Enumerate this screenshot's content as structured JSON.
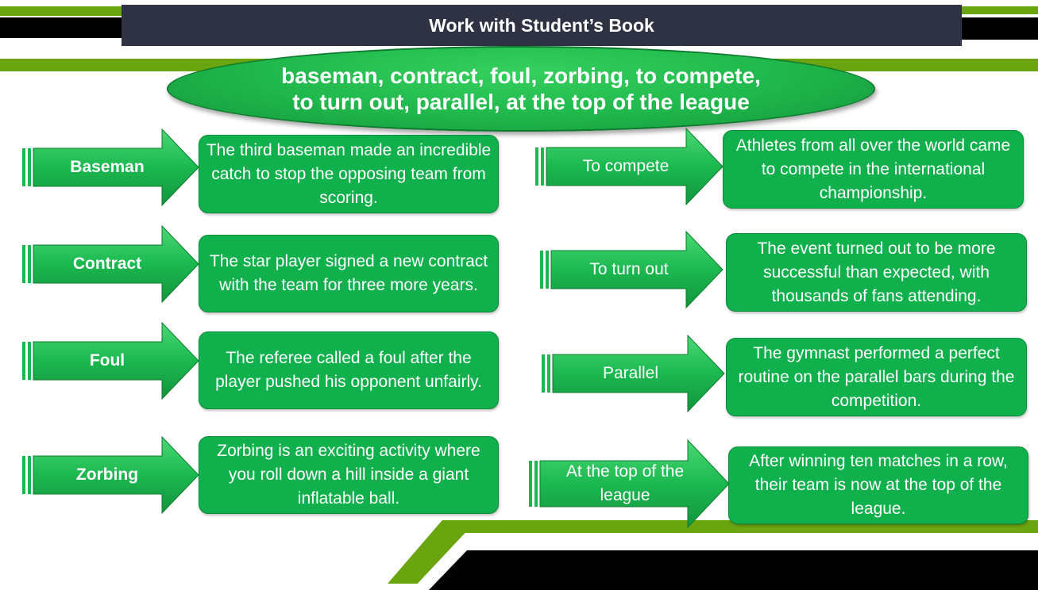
{
  "header": {
    "title": "Work with Student’s Book"
  },
  "vocabulary": {
    "line1": "baseman, contract, foul, zorbing, to compete,",
    "line2": "to turn out, parallel, at the top of the league"
  },
  "left_items": [
    {
      "term": "Baseman",
      "sentence": "The third baseman made an incredible catch to stop the opposing team from scoring."
    },
    {
      "term": "Contract",
      "sentence": "The star player signed a new contract with the team for three more years."
    },
    {
      "term": "Foul",
      "sentence": "The referee called a foul after the player pushed his opponent unfairly."
    },
    {
      "term": "Zorbing",
      "sentence": "Zorbing is an exciting activity where you roll down a hill inside a giant inflatable ball."
    }
  ],
  "right_items": [
    {
      "term": "To compete",
      "sentence": "Athletes from all over the world came to compete in the international championship."
    },
    {
      "term": "To turn out",
      "sentence": "The event turned out to be more successful than expected, with thousands of fans attending."
    },
    {
      "term": "Parallel",
      "sentence": "The gymnast performed a perfect routine on the parallel bars during the competition."
    },
    {
      "term": "At the top of the league",
      "sentence": "After winning ten matches in a row, their team is now at the top of the league."
    }
  ],
  "colors": {
    "header_bg": "#2f3242",
    "box_green": "#10b04c",
    "arrow_green": "#1bb850",
    "accent_green": "#6aa510"
  }
}
